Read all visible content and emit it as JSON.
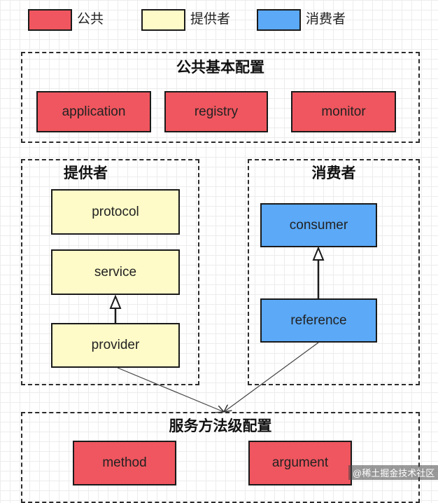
{
  "legend": {
    "public": {
      "label": "公共",
      "color": "#f0565f"
    },
    "provider": {
      "label": "提供者",
      "color": "#fefbc8"
    },
    "consumer": {
      "label": "消费者",
      "color": "#5ba9f7"
    }
  },
  "groups": {
    "public_config": {
      "title": "公共基本配置",
      "nodes": [
        "application",
        "registry",
        "monitor"
      ]
    },
    "provider": {
      "title": "提供者",
      "nodes": [
        "protocol",
        "service",
        "provider"
      ]
    },
    "consumer": {
      "title": "消费者",
      "nodes": [
        "consumer",
        "reference"
      ]
    },
    "method_config": {
      "title": "服务方法级配置",
      "nodes": [
        "method",
        "argument"
      ]
    }
  },
  "edges": [
    {
      "from": "provider",
      "to": "service",
      "style": "inheritance"
    },
    {
      "from": "reference",
      "to": "consumer",
      "style": "inheritance"
    },
    {
      "from": "provider",
      "to": "method_config",
      "style": "association"
    },
    {
      "from": "reference",
      "to": "method_config",
      "style": "association"
    }
  ],
  "watermark": "@稀土掘金技术社区"
}
